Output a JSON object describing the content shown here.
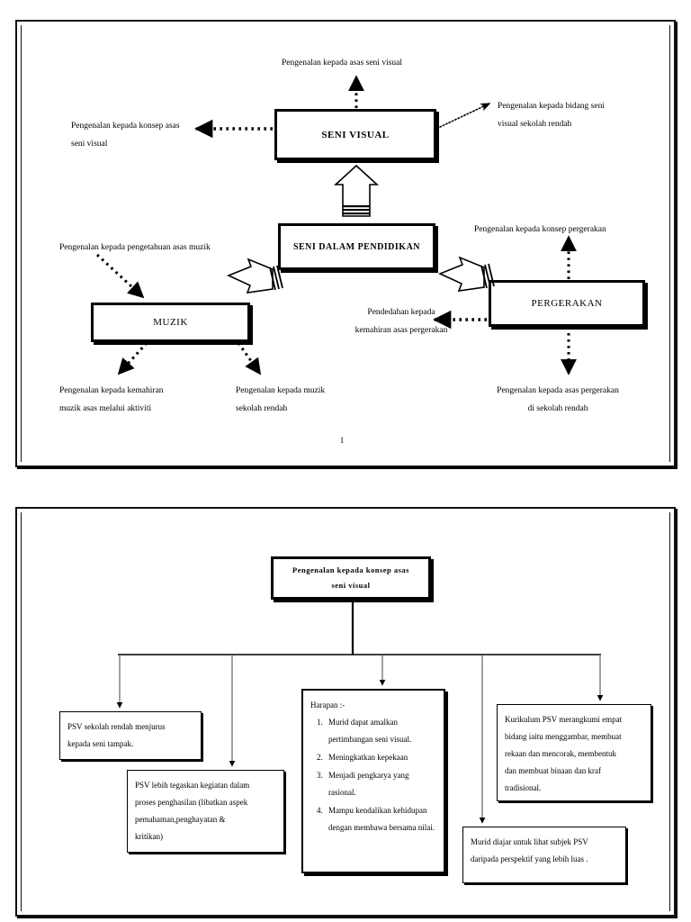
{
  "document": {
    "page1": {
      "page_number": "1",
      "center_node": {
        "label": "SENI DALAM PENDIDIKAN"
      },
      "branches": [
        {
          "id": "seni-visual",
          "label": "SENI VISUAL"
        },
        {
          "id": "muzik",
          "label": "MUZIK"
        },
        {
          "id": "pergerakan",
          "label": "PERGERAKAN"
        }
      ],
      "annotations": [
        {
          "id": "asas-seni-visual",
          "lines": [
            "Pengenalan kepada asas seni visual"
          ]
        },
        {
          "id": "konsep-asas-seni-visual",
          "lines": [
            "Pengenalan kepada  konsep asas",
            "seni visual"
          ]
        },
        {
          "id": "bidang-seni-visual",
          "lines": [
            "Pengenalan kepada bidang seni",
            "visual sekolah rendah"
          ]
        },
        {
          "id": "pengetahuan-asas-muzik",
          "lines": [
            "Pengenalan kepada pengetahuan asas muzik"
          ]
        },
        {
          "id": "kemahiran-muzik",
          "lines": [
            "Pengenalan kepada kemahiran",
            "muzik asas melalui aktiviti"
          ]
        },
        {
          "id": "muzik-sekolah-rendah",
          "lines": [
            "Pengenalan kepada muzik",
            "sekolah rendah"
          ]
        },
        {
          "id": "konsep-pergerakan",
          "lines": [
            "Pengenalan kepada konsep pergerakan"
          ]
        },
        {
          "id": "kemahiran-asas-pergerakan",
          "lines": [
            "Pendedahan kepada",
            "kemahiran asas  pergerakan"
          ]
        },
        {
          "id": "asas-pergerakan-sekolah",
          "lines": [
            "Pengenalan kepada asas pergerakan",
            "di sekolah rendah"
          ]
        }
      ]
    },
    "page2": {
      "root_node": {
        "line1": "Pengenalan kepada konsep asas",
        "line2": "seni visual"
      },
      "children": [
        {
          "id": "psv-sekolah-rendah",
          "paragraphs": [
            "PSV sekolah rendah menjurus",
            "kepada seni tampak."
          ]
        },
        {
          "id": "psv-tegaskan-kegiatan",
          "paragraphs": [
            "PSV lebih tegaskan kegiatan dalam",
            "proses penghasilan (libatkan aspek",
            "pemahaman,penghayatan &",
            "kritikan)"
          ]
        },
        {
          "id": "harapan",
          "title": "Harapan :-",
          "items": [
            "Murid dapat amalkan pertimbangan seni visual.",
            "Meningkatkan kepekaan",
            "Menjadi pengkarya yang rasional.",
            "Mampu kendalikan kehidupan dengan membawa bersama nilai."
          ]
        },
        {
          "id": "kurikulum-psv",
          "paragraphs": [
            "Kurikulum PSV merangkumi empat",
            "bidang iaitu menggambar, membuat",
            "rekaan dan mencorak, membentuk",
            "dan membuat binaan dan kraf",
            "tradisional."
          ]
        },
        {
          "id": "murid-diajar-perspektif",
          "paragraphs": [
            "Murid diajar untuk lihat subjek PSV",
            "daripada perspektif yang lebih luas ."
          ]
        }
      ]
    }
  },
  "colors": {
    "ink": "#000000",
    "paper": "#ffffff",
    "border": "#111111"
  }
}
